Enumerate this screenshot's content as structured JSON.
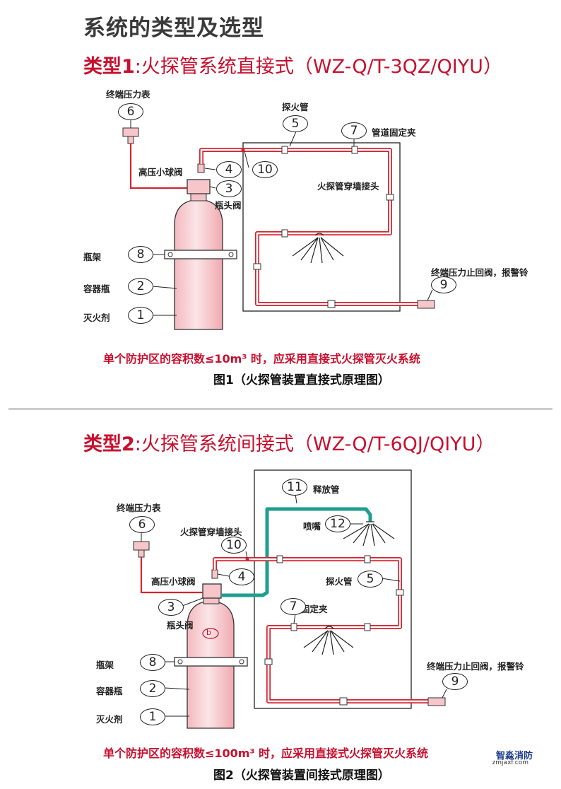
{
  "page": {
    "title": "系统的类型及选型"
  },
  "type1": {
    "title_prefix": "类型1",
    "title_rest": ":火探管系统直接式（WZ-Q/T-3QZ/QIYU）",
    "labels": {
      "gauge": "终端压力表",
      "detector_tube": "探火管",
      "pipe_clamp": "管道固定夹",
      "ball_valve": "高压小球阀",
      "valve_head": "瓶头阀",
      "wall_joint": "火探管穿墙接头",
      "bracket": "瓶架",
      "cylinder": "容器瓶",
      "agent": "灭火剂",
      "end_valve": "终端压力止回阀，报警铃"
    },
    "numbers": [
      "1",
      "2",
      "3",
      "4",
      "5",
      "6",
      "7",
      "8",
      "9",
      "10"
    ],
    "note": "单个防护区的容积数≤10m³ 时，应采用直接式火探管灭火系统",
    "caption": "图1（火探管装置直接式原理图）"
  },
  "type2": {
    "title_prefix": "类型2",
    "title_rest": ":火探管系统间接式（WZ-Q/T-6QJ/QIYU）",
    "labels": {
      "release_pipe": "释放管",
      "gauge": "终端压力表",
      "wall_joint": "火探管穿墙接头",
      "nozzle": "喷嘴",
      "ball_valve": "高压小球阀",
      "detector_tube": "探火管",
      "valve_head": "瓶头阀",
      "pipe_clamp": "管道固定夹",
      "bracket": "瓶架",
      "end_valve": "终端压力止回阀，报警铃",
      "cylinder": "容器瓶",
      "agent": "灭火剂"
    },
    "numbers": [
      "1",
      "2",
      "3",
      "4",
      "5",
      "6",
      "7",
      "8",
      "9",
      "10",
      "11",
      "12"
    ],
    "cylinder_mark": "b",
    "note": "单个防护区的容积数≤100m³ 时，应采用直接式火探管灭火系统",
    "caption": "图2（火探管装置间接式原理图）"
  },
  "watermark": {
    "name": "智淼消防",
    "url": "zmjaxf.com"
  },
  "colors": {
    "red": "#c8102e",
    "pipe": "#d4232f",
    "teal": "#1f9e8f",
    "dark": "#222222"
  }
}
